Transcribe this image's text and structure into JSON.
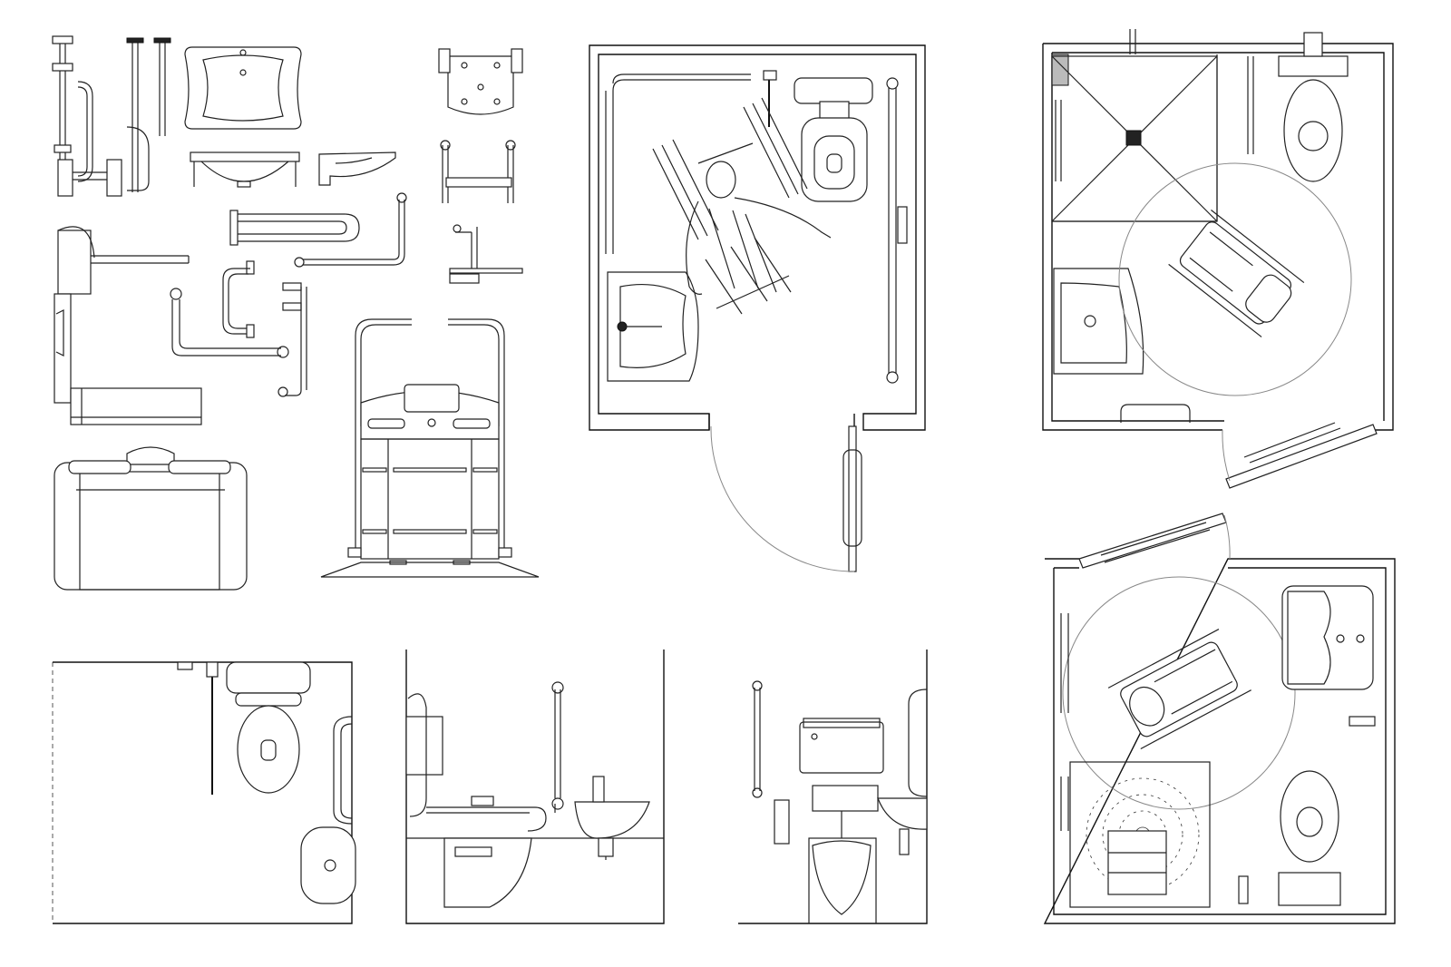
{
  "sheet": {
    "background": "#ffffff",
    "line_color": "#222222",
    "swing_arc_color": "#888888"
  },
  "blocks": [
    {
      "id": "grab-rails",
      "icon": "grab-rail-icon"
    },
    {
      "id": "washbasin-plan",
      "icon": "washbasin-icon"
    },
    {
      "id": "shower-seat",
      "icon": "shower-seat-icon"
    },
    {
      "id": "shower-chair-elevation",
      "icon": "chair-icon"
    },
    {
      "id": "shower-trolley-plan",
      "icon": "trolley-icon"
    },
    {
      "id": "support-frame",
      "icon": "frame-icon"
    },
    {
      "id": "accessible-wc-plan",
      "icon": "wheelchair-icon"
    },
    {
      "id": "shower-room-plan-1",
      "icon": "shower-icon"
    },
    {
      "id": "shower-room-plan-2",
      "icon": "shower-icon"
    },
    {
      "id": "wc-plan-detail",
      "icon": "toilet-icon"
    },
    {
      "id": "wc-side-elevation",
      "icon": "toilet-icon"
    },
    {
      "id": "wc-front-elevation",
      "icon": "toilet-icon"
    }
  ]
}
